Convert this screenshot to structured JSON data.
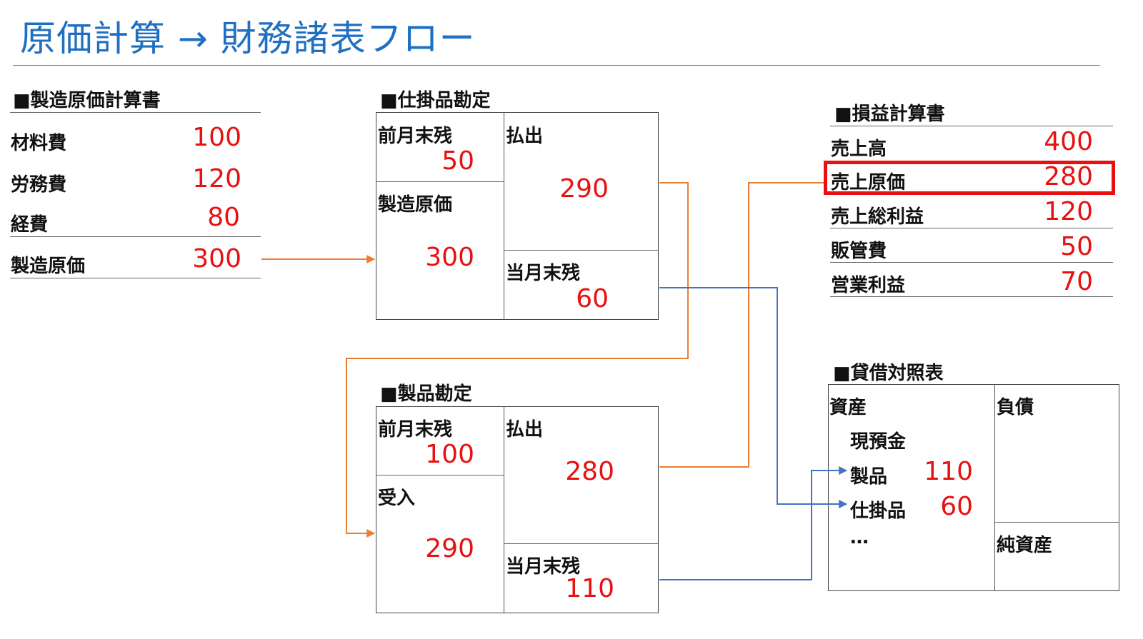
{
  "title": "原価計算 → 財務諸表フロー",
  "manufacturing_cost_statement": {
    "heading": "■製造原価計算書",
    "rows": [
      {
        "label": "材料費",
        "value": "100"
      },
      {
        "label": "労務費",
        "value": "120"
      },
      {
        "label": "経費",
        "value": "80"
      },
      {
        "label": "製造原価",
        "value": "300"
      }
    ]
  },
  "wip_account": {
    "heading": "■仕掛品勘定",
    "opening_label": "前月末残",
    "opening_value": "50",
    "input_label": "製造原価",
    "input_value": "300",
    "output_label": "払出",
    "output_value": "290",
    "closing_label": "当月末残",
    "closing_value": "60"
  },
  "product_account": {
    "heading": "■製品勘定",
    "opening_label": "前月末残",
    "opening_value": "100",
    "input_label": "受入",
    "input_value": "290",
    "output_label": "払出",
    "output_value": "280",
    "closing_label": "当月末残",
    "closing_value": "110"
  },
  "income_statement": {
    "heading": "■損益計算書",
    "rows": [
      {
        "label": "売上高",
        "value": "400"
      },
      {
        "label": "売上原価",
        "value": "280"
      },
      {
        "label": "売上総利益",
        "value": "120"
      },
      {
        "label": "販管費",
        "value": "50"
      },
      {
        "label": "営業利益",
        "value": "70"
      }
    ]
  },
  "balance_sheet": {
    "heading": "■貸借対照表",
    "assets_label": "資産",
    "cash_label": "現預金",
    "products_label": "製品",
    "products_value": "110",
    "wip_label": "仕掛品",
    "wip_value": "60",
    "more_label": "…",
    "liabilities_label": "負債",
    "net_assets_label": "純資産"
  },
  "colors": {
    "title": "#1f6fc2",
    "values": "#e81010",
    "highlight": "#e81010",
    "cost_flow": "#ed7d31",
    "stock_flow": "#4472c4"
  }
}
